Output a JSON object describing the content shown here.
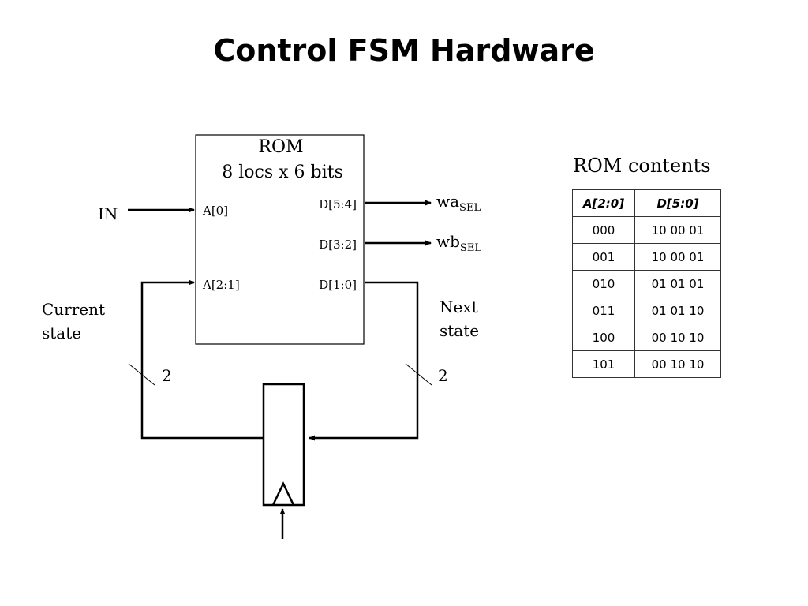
{
  "title": "Control FSM Hardware",
  "rom_block": {
    "line1": "ROM",
    "line2": "8 locs x 6 bits",
    "ports_in": [
      "A[0]",
      "A[2:1]"
    ],
    "ports_out": [
      "D[5:4]",
      "D[3:2]",
      "D[1:0]"
    ]
  },
  "signals": {
    "input": "IN",
    "wa": {
      "base": "wa",
      "sub": "SEL"
    },
    "wb": {
      "base": "wb",
      "sub": "SEL"
    },
    "current_state": [
      "Current",
      "state"
    ],
    "next_state": [
      "Next",
      "state"
    ],
    "bus_width_left": "2",
    "bus_width_right": "2"
  },
  "rom_contents": {
    "caption": "ROM contents",
    "headers": [
      "A[2:0]",
      "D[5:0]"
    ],
    "rows": [
      [
        "000",
        "10 00 01"
      ],
      [
        "001",
        "10 00 01"
      ],
      [
        "010",
        "01 01 01"
      ],
      [
        "011",
        "01 01 10"
      ],
      [
        "100",
        "00 10 10"
      ],
      [
        "101",
        "00 10 10"
      ]
    ]
  }
}
